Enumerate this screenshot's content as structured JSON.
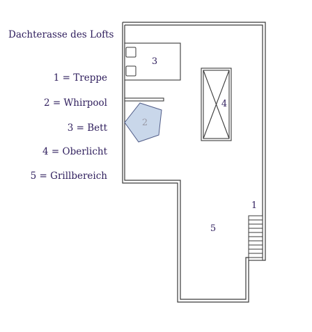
{
  "title": "Dachterasse des Lofts",
  "legend": [
    "1 = Treppe",
    "2 = Whirpool",
    "3 = Bett",
    "4 = Oberlicht",
    "5 = Grillbereich"
  ],
  "markers": {
    "stairs": "1",
    "whirlpool": "2",
    "bed": "3",
    "skylight": "4",
    "grill_area": "5"
  },
  "colors": {
    "text": "#2e1d5c",
    "wall": "#3a3a3a",
    "whirlpool_fill": "#c9d7ea",
    "whirlpool_stroke": "#4f5b87"
  }
}
